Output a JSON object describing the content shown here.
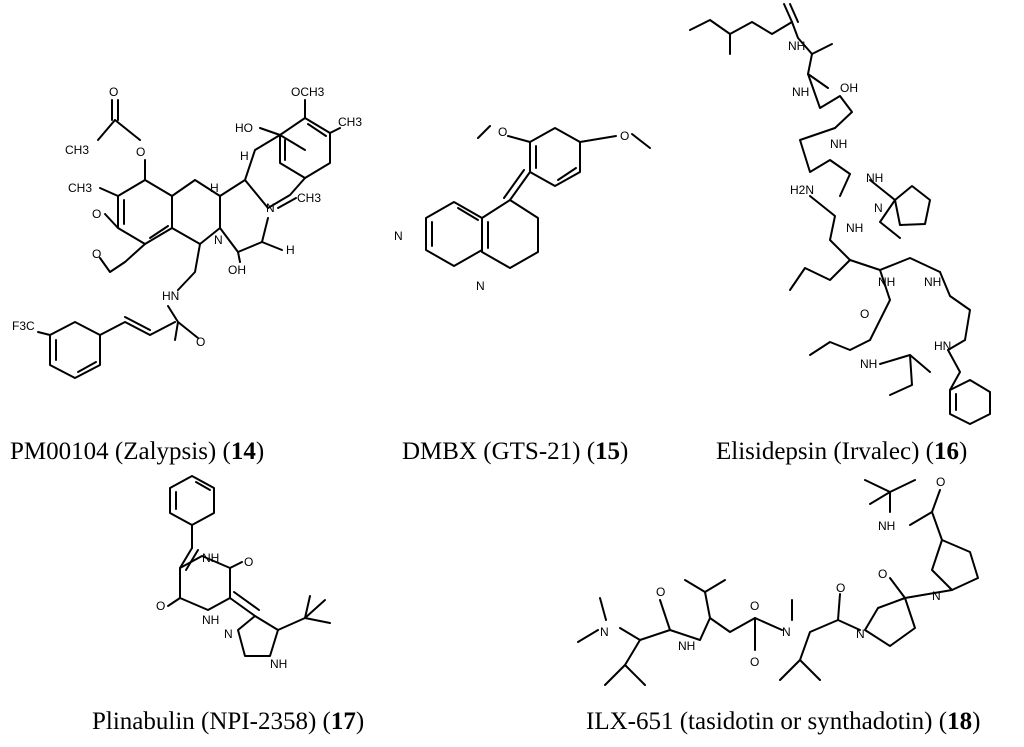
{
  "compounds": [
    {
      "id": "14",
      "name": "PM00104 (Zalypsis) (",
      "num": "14",
      "close": ")"
    },
    {
      "id": "15",
      "name": "DMBX (GTS-21) (",
      "num": "15",
      "close": ")"
    },
    {
      "id": "16",
      "name": "Elisidepsin (Irvalec) (",
      "num": "16",
      "close": ")"
    },
    {
      "id": "17",
      "name": "Plinabulin (NPI-2358) (",
      "num": "17",
      "close": ")"
    },
    {
      "id": "18",
      "name": "ILX-651 (tasidotin or synthadotin) (",
      "num": "18",
      "close": ")"
    }
  ],
  "atom_labels": {
    "och3": "OCH3",
    "ch3": "CH3",
    "ho": "HO",
    "o": "O",
    "n": "N",
    "oh": "OH",
    "nh": "NH",
    "hn": "HN",
    "h": "H",
    "cf3": "F3C",
    "nh2": "H2N",
    "nhh": "NH"
  }
}
